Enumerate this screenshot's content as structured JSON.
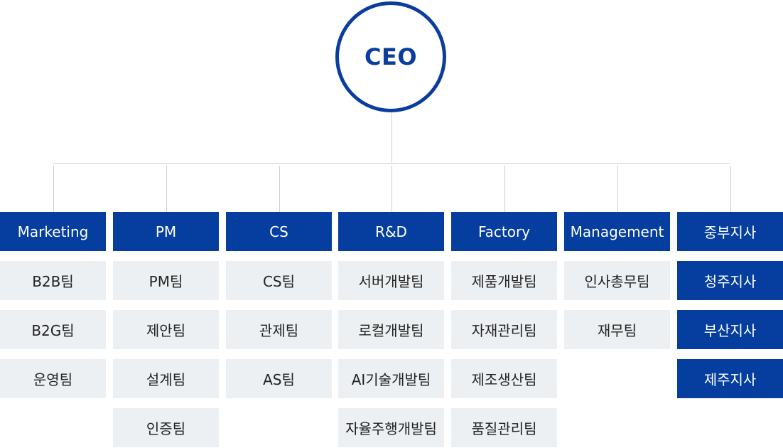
{
  "ceo": {
    "label": "CEO"
  },
  "colors": {
    "primary": "#053e9e",
    "sub_bg": "#edf0f3",
    "line": "#cfcfcf"
  },
  "departments": [
    {
      "label": "Marketing",
      "teams": [
        "B2B팀",
        "B2G팀",
        "운영팀"
      ]
    },
    {
      "label": "PM",
      "teams": [
        "PM팀",
        "제안팀",
        "설계팀",
        "인증팀"
      ]
    },
    {
      "label": "CS",
      "teams": [
        "CS팀",
        "관제팀",
        "AS팀"
      ]
    },
    {
      "label": "R&D",
      "teams": [
        "서버개발팀",
        "로컬개발팀",
        "AI기술개발팀",
        "자율주행개발팀"
      ]
    },
    {
      "label": "Factory",
      "teams": [
        "제품개발팀",
        "자재관리팀",
        "제조생산팀",
        "품질관리팀"
      ]
    },
    {
      "label": "Management",
      "teams": [
        "인사총무팀",
        "재무팀"
      ]
    },
    {
      "label": "중부지사",
      "teams": [
        "청주지사",
        "부산지사",
        "제주지사"
      ],
      "branch": true
    }
  ]
}
